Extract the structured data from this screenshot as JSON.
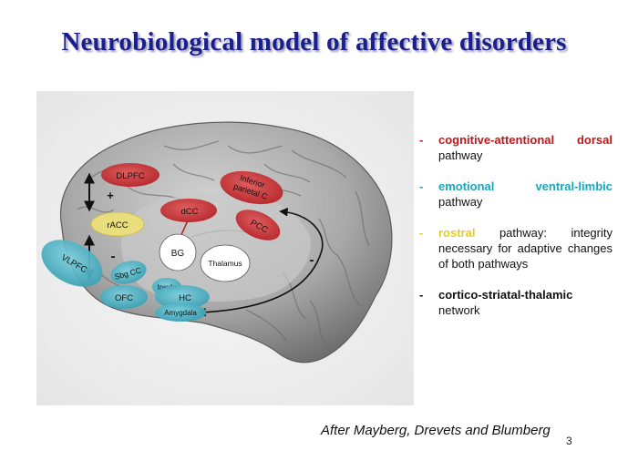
{
  "title": "Neurobiological model of affective disorders",
  "regions": {
    "dlpfc": "DLPFC",
    "inferior_parietal": [
      "Inferior",
      "parietal C"
    ],
    "dcc": "dCC",
    "pcc": "PCC",
    "racc": "rACC",
    "vlpfc": "VLPFC",
    "bg": "BG",
    "thalamus": "Thalamus",
    "sbgcc": "Sbg CC",
    "insula": "Insula",
    "ofc": "OFC",
    "hc": "HC",
    "amygdala": "Amygdala"
  },
  "signs": {
    "plus": "+",
    "minus_left": "-",
    "minus_right": "-"
  },
  "legend": {
    "item1": {
      "dash": "-",
      "colored": "cognitive-attentional dorsal",
      "rest": " pathway"
    },
    "item2": {
      "dash": "-",
      "colored": "emotional ventral-limbic",
      "rest": " pathway"
    },
    "item3": {
      "dash": "-",
      "colored": "rostral",
      "rest": " pathway: integrity necessary for adaptive changes of both pathways"
    },
    "item4": {
      "dash": "-",
      "colored": "cortico-striatal-thalamic",
      "rest": " network"
    }
  },
  "credit": "After Mayberg, Drevets and Blumberg",
  "page_number": "3",
  "colors": {
    "title": "#1a1f8c",
    "dorsal_red": "#c0171b",
    "limbic_teal": "#18a8bf",
    "rostral_yellow": "#e3cd2a"
  }
}
